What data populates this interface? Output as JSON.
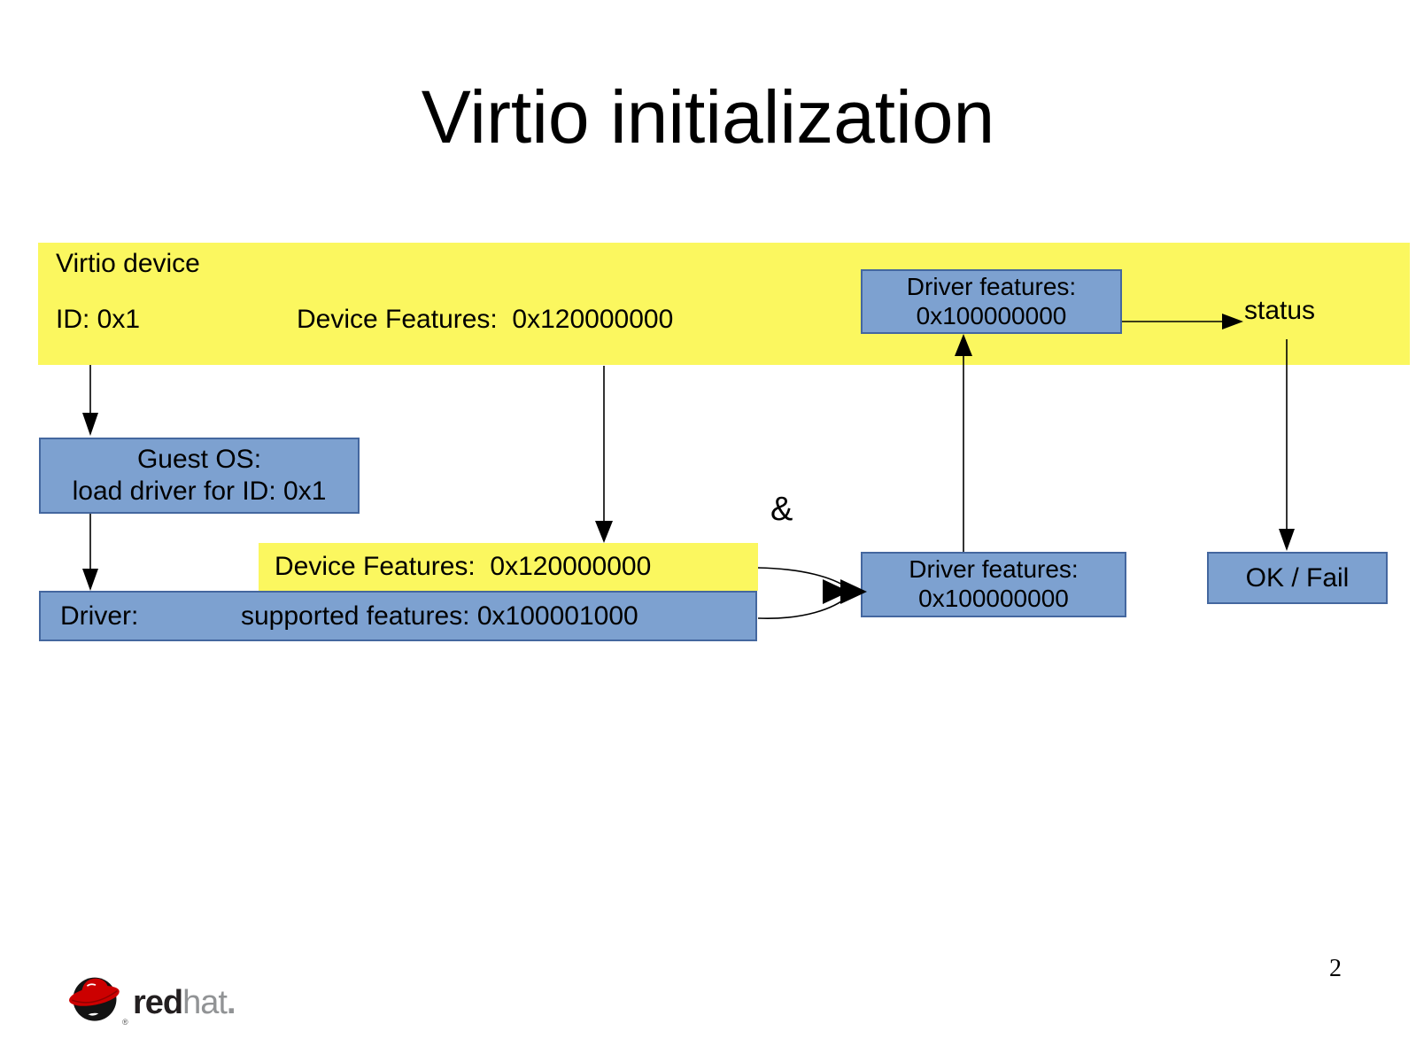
{
  "slide": {
    "title": "Virtio initialization",
    "page_number": "2"
  },
  "banner": {
    "title": "Virtio device",
    "device_id": "ID: 0x1",
    "device_features": "Device Features:  0x120000000"
  },
  "boxes": {
    "driver_features_top": {
      "line1": "Driver features:",
      "line2": "0x100000000"
    },
    "guest_os": {
      "line1": "Guest OS:",
      "line2": "load driver for ID: 0x1"
    },
    "device_features_mid": {
      "text": "Device Features:  0x120000000"
    },
    "driver": {
      "label": "Driver:",
      "features": "supported features: 0x100001000"
    },
    "driver_features_mid": {
      "line1": "Driver features:",
      "line2": "0x100000000"
    },
    "ok_fail": {
      "text": "OK / Fail"
    }
  },
  "labels": {
    "status": "status",
    "and_operator": "&"
  },
  "logo": {
    "red": "red",
    "hat": "hat",
    "dot": ".",
    "registered": "®"
  },
  "colors": {
    "banner_yellow": "#fbf75f",
    "box_blue": "#7da1d0",
    "box_border": "#44679f",
    "logo_red": "#cc0000",
    "logo_gray": "#919395",
    "logo_black": "#231f20"
  }
}
